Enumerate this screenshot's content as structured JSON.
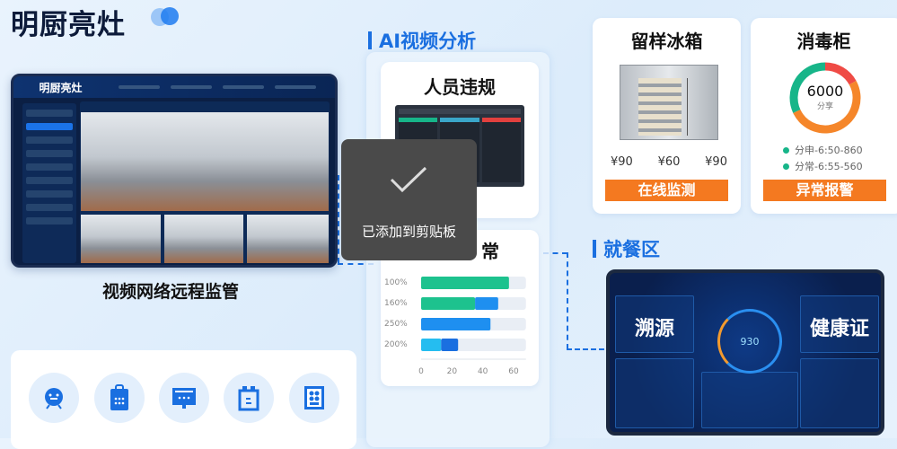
{
  "header": {
    "title": "明厨亮灶"
  },
  "left": {
    "monitor_brand": "明厨亮灶",
    "caption": "视频网络远程监管",
    "icons": [
      "robot-icon",
      "tablet-keypad-icon",
      "display-icon",
      "cabinet-icon",
      "menu-board-icon"
    ]
  },
  "ai": {
    "heading": "AI视频分析",
    "violation_card": {
      "title": "人员违规"
    },
    "abnormal_card": {
      "title_visible": "常",
      "chart_data": {
        "type": "bar",
        "orientation": "horizontal",
        "stacked": true,
        "categories": [
          "100%",
          "160%",
          "250%",
          "200%"
        ],
        "series": [
          {
            "color": "#1dc28e",
            "values": [
              57,
              35,
              0,
              0
            ]
          },
          {
            "color": "#1e8ff0",
            "values": [
              0,
              15,
              45,
              0
            ]
          },
          {
            "color": "#25bdf0",
            "values": [
              0,
              0,
              0,
              13
            ]
          },
          {
            "color": "#1a6fe0",
            "values": [
              0,
              0,
              0,
              11
            ]
          }
        ],
        "xticks": [
          "0",
          "20",
          "40",
          "60"
        ],
        "xlim": [
          0,
          68
        ]
      }
    }
  },
  "toast": {
    "text": "已添加到剪贴板",
    "icon": "check-icon"
  },
  "fridge": {
    "title": "留样冰箱",
    "prices": [
      "¥90",
      "¥60",
      "¥90"
    ],
    "button": "在线监测"
  },
  "sterilizer": {
    "title": "消毒柜",
    "donut": {
      "value": "6000",
      "unit": "分享",
      "segments": [
        {
          "color": "#ef4b45",
          "percent": 17
        },
        {
          "color": "#f5862a",
          "percent": 51
        },
        {
          "color": "#17b589",
          "percent": 32
        }
      ]
    },
    "legend": [
      "分申-6:50-860",
      "分常-6:55-560"
    ],
    "button": "异常报警"
  },
  "dining": {
    "heading": "就餐区",
    "left_label": "溯源",
    "right_label": "健康证",
    "center_value": "930"
  }
}
